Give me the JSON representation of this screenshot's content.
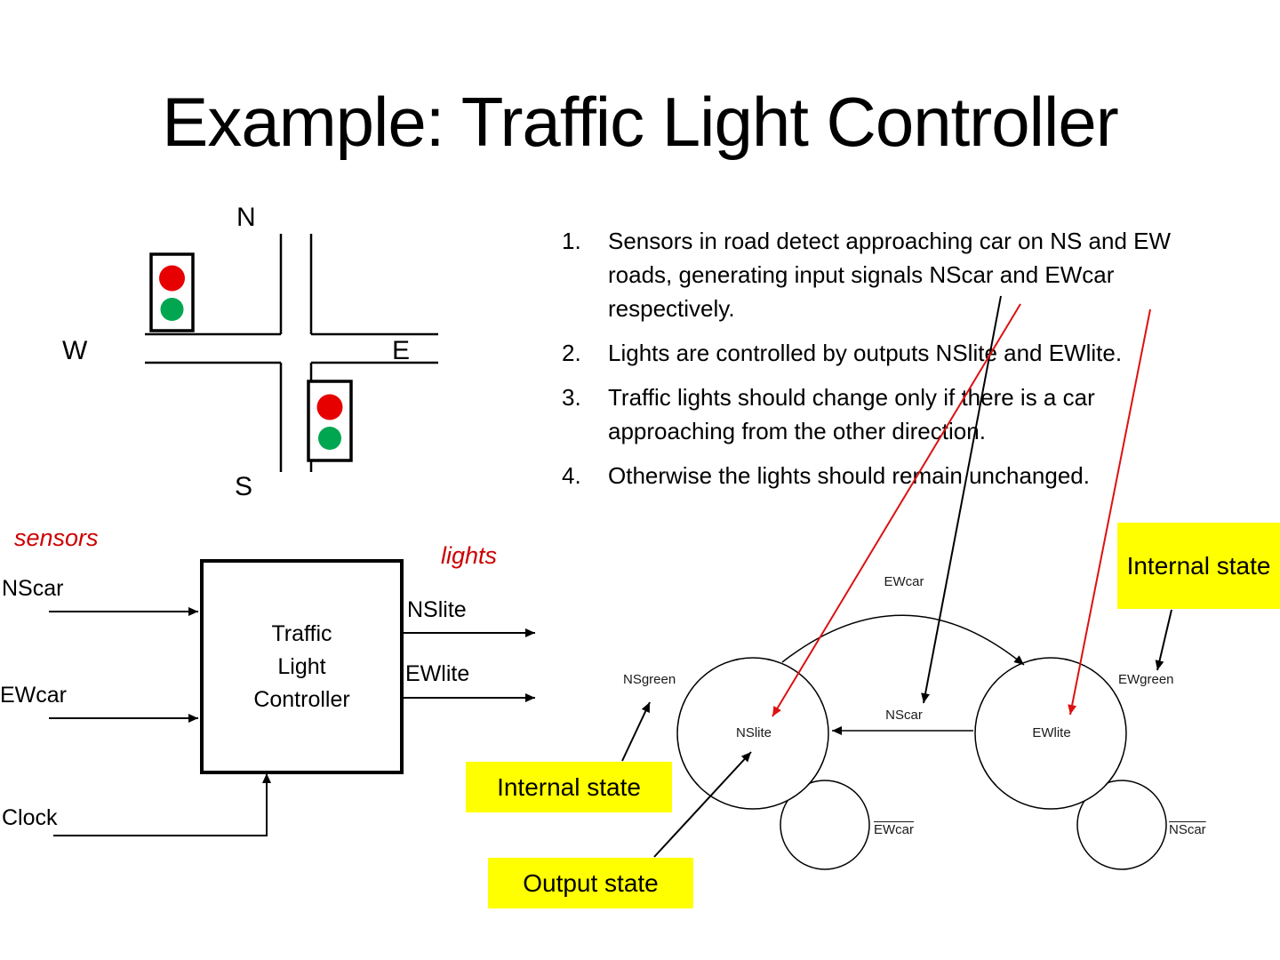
{
  "title": "Example: Traffic Light Controller",
  "colors": {
    "highlight_yellow": "#ffff00",
    "label_red": "#cc0000",
    "arrow_red": "#dd1111",
    "light_red": "#e60000",
    "light_green": "#00a650"
  },
  "intersection": {
    "north_label": "N",
    "south_label": "S",
    "east_label": "E",
    "west_label": "W"
  },
  "notes": [
    {
      "num": "1.",
      "text": "Sensors in road detect approaching car on NS and EW roads, generating input signals NScar and EWcar respectively."
    },
    {
      "num": "2.",
      "text": "Lights are controlled by outputs NSlite and EWlite."
    },
    {
      "num": "3.",
      "text": "Traffic lights should change only if there is a car approaching from the other direction."
    },
    {
      "num": "4.",
      "text": "Otherwise the lights should remain unchanged."
    }
  ],
  "block_diagram": {
    "sensors_label": "sensors",
    "lights_label": "lights",
    "controller_label": "Traffic Light Controller",
    "input_nscar": "NScar",
    "input_ewcar": "EWcar",
    "input_clock": "Clock",
    "output_nslite": "NSlite",
    "output_ewlite": "EWlite"
  },
  "state_diagram": {
    "left_state": "NSlite",
    "right_state": "EWlite",
    "left_output": "NSgreen",
    "right_output": "EWgreen",
    "transition_top": "EWcar",
    "transition_middle": "NScar",
    "left_self_loop": "EWcar",
    "right_self_loop": "NScar"
  },
  "callouts": {
    "internal_state_top": "Internal state",
    "internal_state_left": "Internal state",
    "output_state": "Output state"
  }
}
